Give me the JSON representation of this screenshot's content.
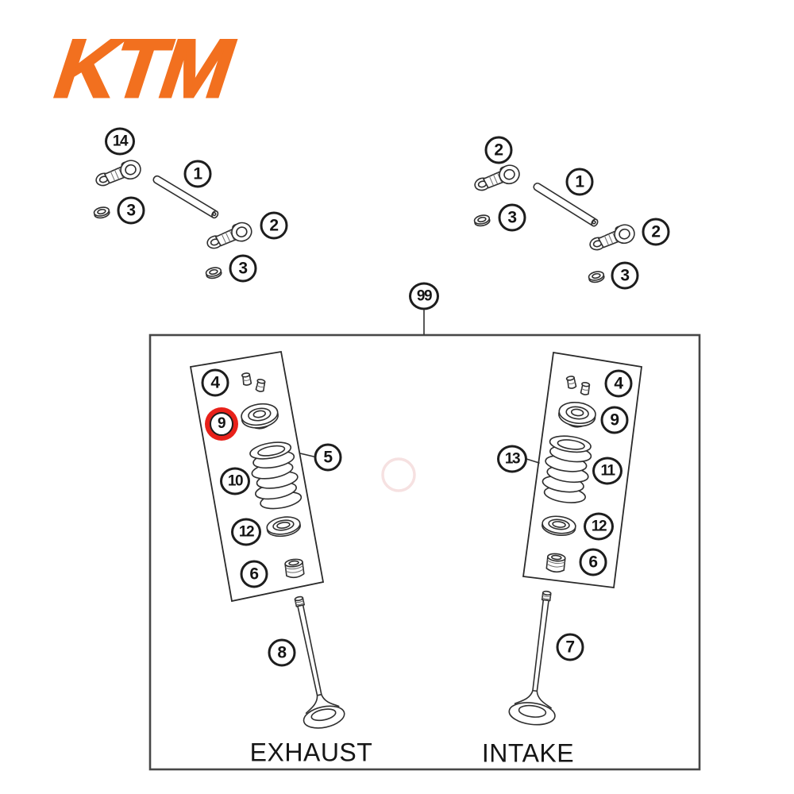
{
  "brand": {
    "logo_text": "KTM",
    "logo_color": "#F2701F"
  },
  "colors": {
    "highlight_ring": "#E8211A",
    "line_art": "#2F2F2F",
    "outer_box_border": "#474747",
    "watermark_circle": "#F5DCDC"
  },
  "outer_box": {
    "callout": "99"
  },
  "rocker_left": {
    "rocker_top": "14",
    "shaft": "1",
    "washer_top": "3",
    "rocker_bottom": "2",
    "washer_bottom": "3"
  },
  "rocker_right": {
    "rocker_top": "2",
    "shaft": "1",
    "washer_top": "3",
    "rocker_bottom": "2",
    "washer_bottom": "3"
  },
  "exhaust": {
    "label": "EXHAUST",
    "keepers": "4",
    "retainer": "9",
    "spring": "10",
    "spring_seat": "12",
    "valve_seal": "6",
    "assembly": "5",
    "valve": "8"
  },
  "intake": {
    "label": "INTAKE",
    "keepers": "4",
    "retainer": "9",
    "spring": "11",
    "spring_seat": "12",
    "valve_seal": "6",
    "assembly": "13",
    "valve": "7"
  }
}
